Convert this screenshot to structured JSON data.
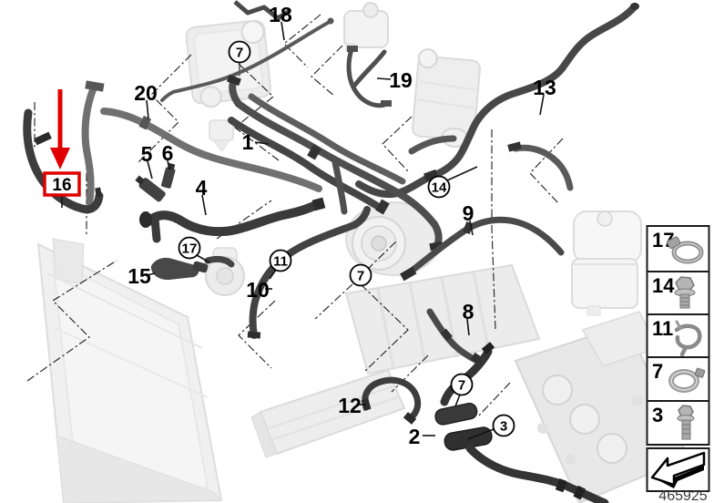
{
  "diagram": {
    "part_number": "465925",
    "highlight": {
      "color": "#e10000",
      "target_label": "16"
    },
    "callouts": [
      {
        "label": "18",
        "style": "plain"
      },
      {
        "label": "7",
        "style": "circled"
      },
      {
        "label": "20",
        "style": "plain"
      },
      {
        "label": "19",
        "style": "plain"
      },
      {
        "label": "13",
        "style": "plain"
      },
      {
        "label": "1",
        "style": "plain"
      },
      {
        "label": "5",
        "style": "plain"
      },
      {
        "label": "6",
        "style": "plain"
      },
      {
        "label": "16",
        "style": "boxed-red"
      },
      {
        "label": "4",
        "style": "plain"
      },
      {
        "label": "14",
        "style": "circled"
      },
      {
        "label": "9",
        "style": "plain"
      },
      {
        "label": "17",
        "style": "circled"
      },
      {
        "label": "15",
        "style": "plain"
      },
      {
        "label": "11",
        "style": "circled"
      },
      {
        "label": "10",
        "style": "plain"
      },
      {
        "label": "7",
        "style": "circled"
      },
      {
        "label": "8",
        "style": "plain"
      },
      {
        "label": "12",
        "style": "plain"
      },
      {
        "label": "2",
        "style": "plain"
      },
      {
        "label": "7",
        "style": "circled"
      },
      {
        "label": "3",
        "style": "circled"
      }
    ],
    "legend": {
      "items": [
        {
          "label": "17",
          "icon": "hose-clamp-icon"
        },
        {
          "label": "14",
          "icon": "screw-icon"
        },
        {
          "label": "11",
          "icon": "clip-icon"
        },
        {
          "label": "7",
          "icon": "clamp-ring-icon"
        },
        {
          "label": "3",
          "icon": "bolt-icon"
        }
      ],
      "footer_icon": "direction-arrow-icon"
    }
  }
}
